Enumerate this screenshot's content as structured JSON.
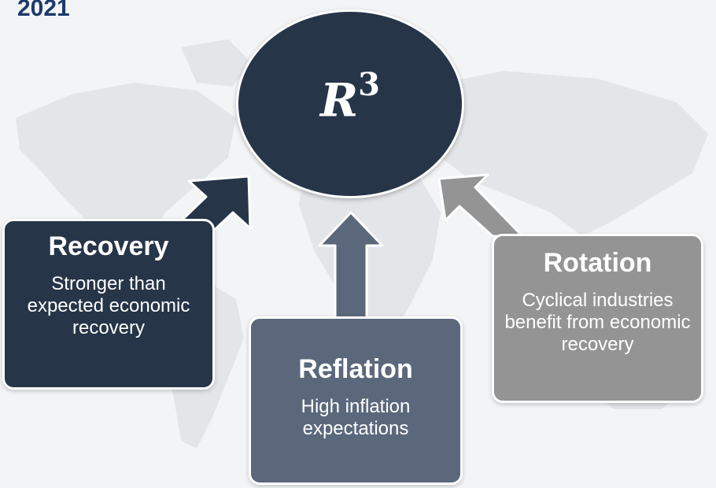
{
  "header": {
    "year": "2021"
  },
  "hub": {
    "symbol": "R",
    "exponent": "3"
  },
  "cards": {
    "recovery": {
      "title": "Recovery",
      "description": "Stronger than expected economic recovery"
    },
    "reflation": {
      "title": "Reflation",
      "description": "High inflation expectations"
    },
    "rotation": {
      "title": "Rotation",
      "description": "Cyclical industries benefit from economic recovery"
    }
  },
  "colors": {
    "year": "#1f3a6b",
    "hub": "#263548",
    "recovery": "#263548",
    "reflation": "#5b687c",
    "rotation": "#949494",
    "background": "#f3f4f6",
    "map": "#e2e4e8"
  }
}
